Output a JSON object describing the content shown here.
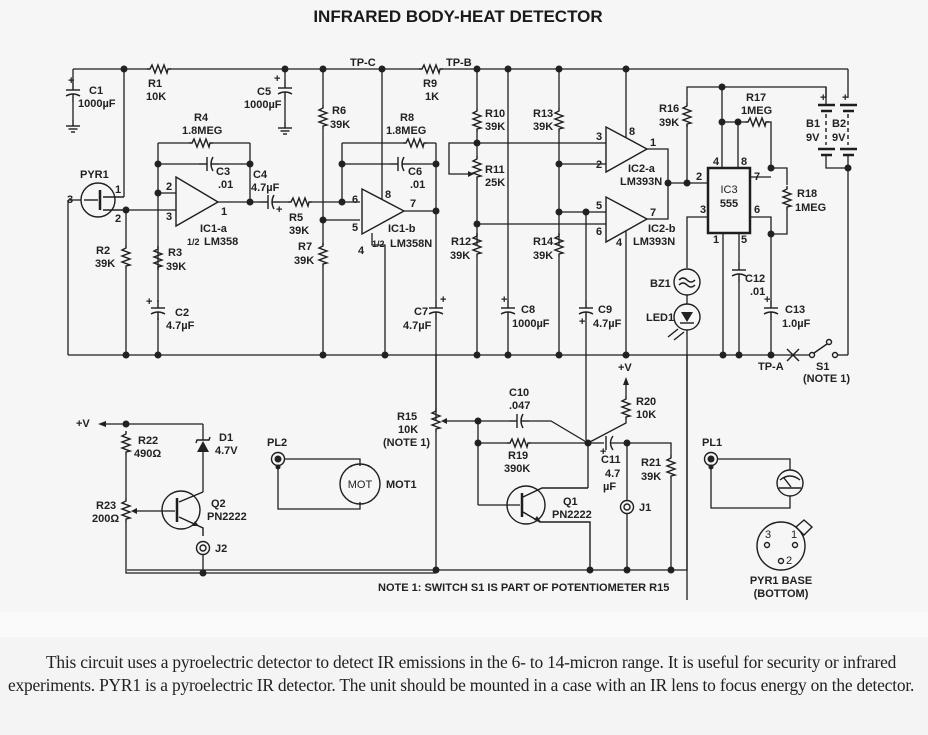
{
  "title": "INFRARED BODY-HEAT DETECTOR",
  "test_points": {
    "tp_a": "TP-A",
    "tp_b": "TP-B",
    "tp_c": "TP-C"
  },
  "supply_label": "+V",
  "components": {
    "C1": {
      "ref": "C1",
      "value": "1000µF"
    },
    "C2": {
      "ref": "C2",
      "value": "4.7µF"
    },
    "C3": {
      "ref": "C3",
      "value": ".01"
    },
    "C4": {
      "ref": "C4",
      "value": "4.7µF"
    },
    "C5": {
      "ref": "C5",
      "value": "1000µF"
    },
    "C6": {
      "ref": "C6",
      "value": ".01"
    },
    "C7": {
      "ref": "C7",
      "value": "4.7µF"
    },
    "C8": {
      "ref": "C8",
      "value": "1000µF"
    },
    "C9": {
      "ref": "C9",
      "value": "4.7µF"
    },
    "C10": {
      "ref": "C10",
      "value": ".047"
    },
    "C11": {
      "ref": "C11",
      "value": "4.7",
      "unit": "µF"
    },
    "C12": {
      "ref": "C12",
      "value": ".01"
    },
    "C13": {
      "ref": "C13",
      "value": "1.0µF"
    },
    "R1": {
      "ref": "R1",
      "value": "10K"
    },
    "R2": {
      "ref": "R2",
      "value": "39K"
    },
    "R3": {
      "ref": "R3",
      "value": "39K"
    },
    "R4": {
      "ref": "R4",
      "value": "1.8MEG"
    },
    "R5": {
      "ref": "R5",
      "value": "39K"
    },
    "R6": {
      "ref": "R6",
      "value": "39K"
    },
    "R7": {
      "ref": "R7",
      "value": "39K"
    },
    "R8": {
      "ref": "R8",
      "value": "1.8MEG"
    },
    "R9": {
      "ref": "R9",
      "value": "1K"
    },
    "R10": {
      "ref": "R10",
      "value": "39K"
    },
    "R11": {
      "ref": "R11",
      "value": "25K"
    },
    "R12": {
      "ref": "R12",
      "value": "39K"
    },
    "R13": {
      "ref": "R13",
      "value": "39K"
    },
    "R14": {
      "ref": "R14",
      "value": "39K"
    },
    "R15": {
      "ref": "R15",
      "value": "10K",
      "note": "(NOTE 1)"
    },
    "R16": {
      "ref": "R16",
      "value": "39K"
    },
    "R17": {
      "ref": "R17",
      "value": "1MEG"
    },
    "R18": {
      "ref": "R18",
      "value": "1MEG"
    },
    "R19": {
      "ref": "R19",
      "value": "390K"
    },
    "R20": {
      "ref": "R20",
      "value": "10K"
    },
    "R21": {
      "ref": "R21",
      "value": "39K"
    },
    "R22": {
      "ref": "R22",
      "value": "490Ω"
    },
    "R23": {
      "ref": "R23",
      "value": "200Ω"
    },
    "IC1a": {
      "ref": "IC1-a",
      "half": "1/2",
      "part": "LM358"
    },
    "IC1b": {
      "ref": "IC1-b",
      "half": "1/2",
      "part": "LM358N"
    },
    "IC2a": {
      "ref": "IC2-a",
      "part": "LM393N"
    },
    "IC2b": {
      "ref": "IC2-b",
      "part": "LM393N"
    },
    "IC3": {
      "ref": "IC3",
      "part": "555"
    },
    "Q1": {
      "ref": "Q1",
      "part": "PN2222"
    },
    "Q2": {
      "ref": "Q2",
      "part": "PN2222"
    },
    "D1": {
      "ref": "D1",
      "value": "4.7V"
    },
    "B1": {
      "ref": "B1",
      "value": "9V"
    },
    "B2": {
      "ref": "B2",
      "value": "9V"
    },
    "PYR1": {
      "ref": "PYR1"
    },
    "BZ1": {
      "ref": "BZ1"
    },
    "LED1": {
      "ref": "LED1"
    },
    "S1": {
      "ref": "S1",
      "note": "(NOTE 1)"
    },
    "J1": {
      "ref": "J1"
    },
    "J2": {
      "ref": "J2"
    },
    "PL1": {
      "ref": "PL1"
    },
    "PL2": {
      "ref": "PL2"
    },
    "MOT1": {
      "ref": "MOT1",
      "symbol": "MOT"
    }
  },
  "pins": {
    "ic1a": [
      "2",
      "3",
      "1"
    ],
    "ic1b": [
      "6",
      "5",
      "7",
      "8",
      "4"
    ],
    "ic2a": [
      "3",
      "2",
      "1",
      "8"
    ],
    "ic2b": [
      "5",
      "6",
      "7",
      "4"
    ],
    "ic3": [
      "4",
      "8",
      "2",
      "7",
      "3",
      "6",
      "1",
      "5"
    ],
    "pyr1": [
      "3",
      "1",
      "2"
    ]
  },
  "pyr1_base": {
    "label": "PYR1 BASE",
    "sublabel": "(BOTTOM)",
    "pins": [
      "3",
      "1",
      "2"
    ]
  },
  "note": "NOTE 1: SWITCH S1 IS PART OF  POTENTIOMETER R15",
  "description": "This circuit uses a pyroelectric detector to detect IR emissions in the 6- to 14-micron range. It is useful for security or infrared experiments. PYR1 is a pyroelectric IR detector. The unit should be mounted in a case with an IR lens to focus energy on the detector."
}
